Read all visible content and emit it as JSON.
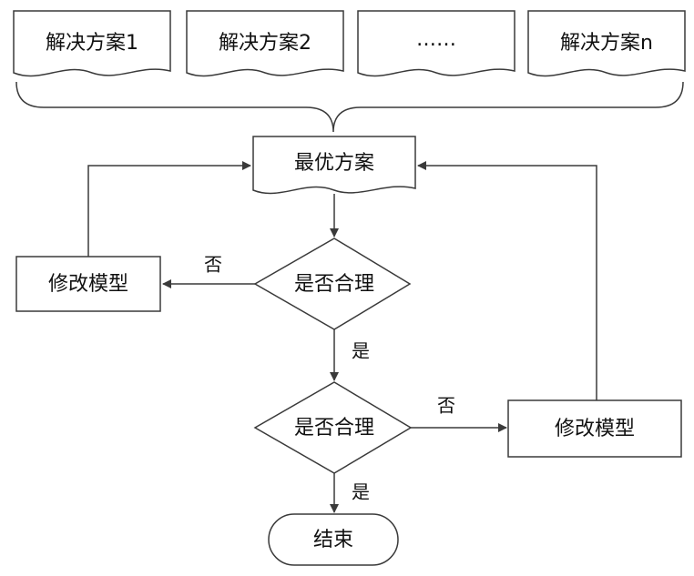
{
  "solutions": [
    "解决方案1",
    "解决方案2",
    "……",
    "解决方案n"
  ],
  "optimal": "最优方案",
  "decision1": "是否合理",
  "decision2": "是否合理",
  "modify_left": "修改模型",
  "modify_right": "修改模型",
  "end": "结束",
  "edge_labels": {
    "d1_no": "否",
    "d1_yes": "是",
    "d2_no": "否",
    "d2_yes": "是"
  }
}
